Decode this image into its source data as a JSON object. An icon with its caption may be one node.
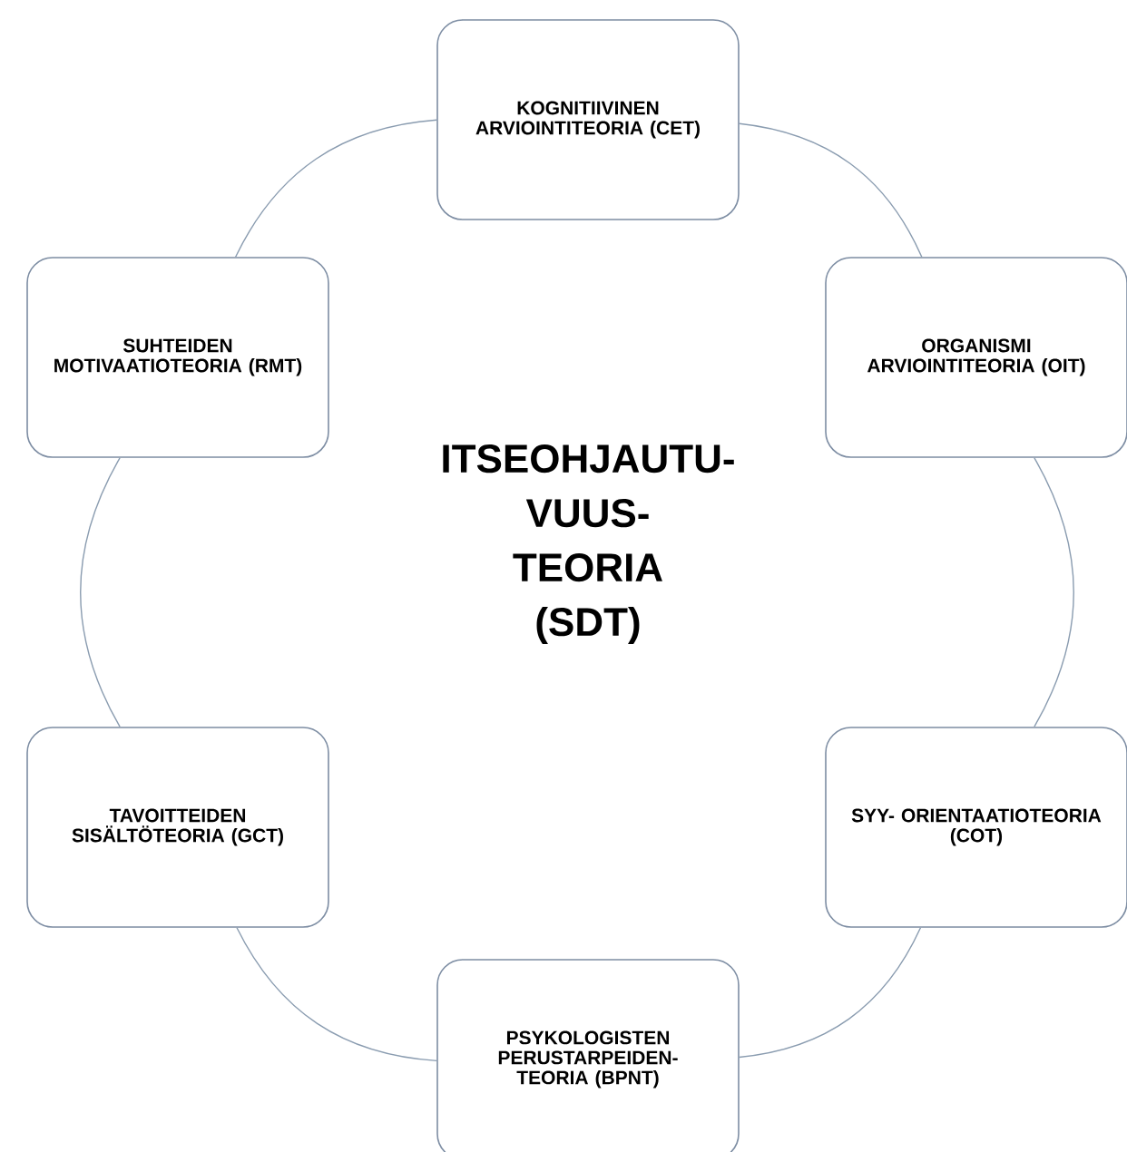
{
  "diagram": {
    "nodes": [
      {
        "text": [
          "KOGNITIIVINEN ARVIOINTITEORIA (CET)"
        ]
      },
      {
        "text": [
          "SUHTEIDEN MOTIVAATIOTEORIA (RMT)"
        ]
      },
      {
        "text": [
          "ORGANISMI ARVIOINTITEORIA (OIT)"
        ]
      },
      {
        "text": [
          "TAVOITTEIDEN SISÄLTÖTEORIA (GCT)"
        ]
      },
      {
        "text": [
          "SYY- ORIENTAATIOTEORIA (COT)"
        ]
      },
      {
        "text": [
          "PSYKOLOGISTEN PERUSTARPEIDEN- TEORIA (BPNT)"
        ]
      }
    ],
    "edges": [
      {
        "from": 0,
        "to": 2,
        "arrow": "none"
      },
      {
        "from": 2,
        "to": 4,
        "arrow": "none"
      },
      {
        "from": 4,
        "to": 5,
        "arrow": "none"
      },
      {
        "from": 5,
        "to": 3,
        "arrow": "none"
      },
      {
        "from": 3,
        "to": 1,
        "arrow": "none"
      },
      {
        "from": 1,
        "to": 0,
        "arrow": "none"
      }
    ],
    "labels": [
      "ITSEOHJAUTU- VUUS- TEORIA (SDT)"
    ]
  }
}
